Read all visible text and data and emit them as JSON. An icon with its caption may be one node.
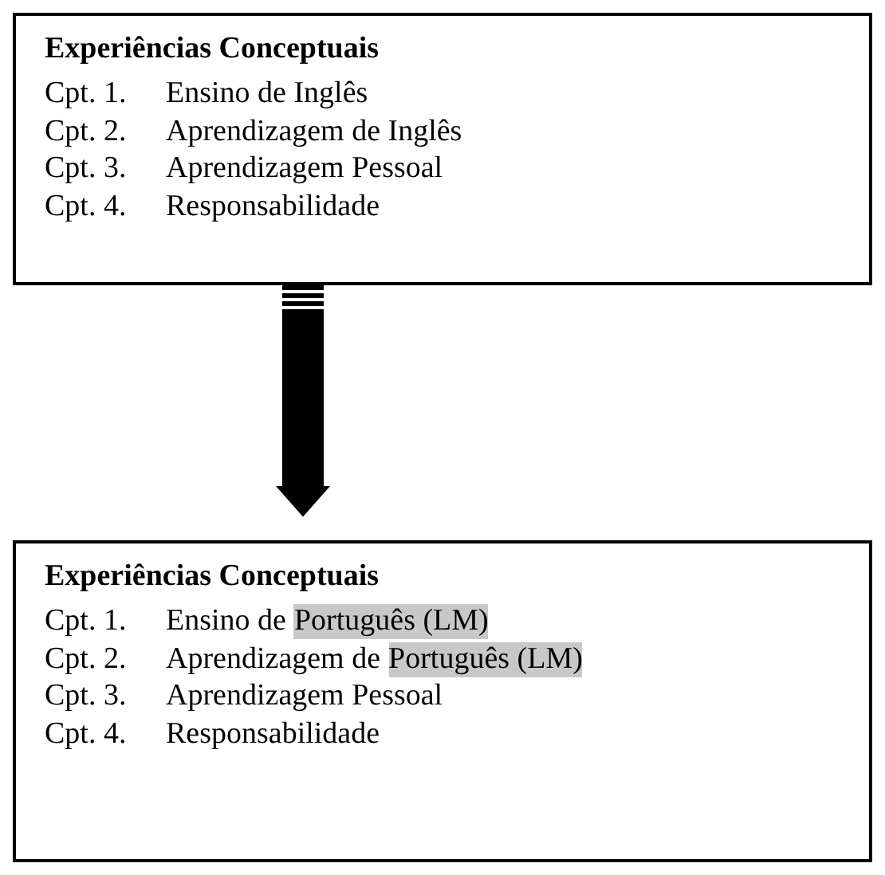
{
  "diagram": {
    "nodes": [
      {
        "text": [
          "Experiências Conceptuais",
          "Cpt. 1.",
          "Ensino de Inglês",
          "Cpt. 2.",
          "Aprendizagem de Inglês",
          "Cpt. 3.",
          "Aprendizagem Pessoal",
          "Cpt. 4.",
          "Responsabilidade"
        ]
      },
      {
        "text": [
          "Experiências Conceptuais",
          "Cpt. 1.",
          "Ensino de",
          "Português (LM)",
          "Cpt. 2.",
          "Aprendizagem de",
          "Português (LM)",
          "Cpt. 3.",
          "Aprendizagem Pessoal",
          "Cpt. 4.",
          "Responsabilidade"
        ]
      }
    ],
    "edges": [
      {
        "from": 0,
        "to": 1,
        "arrow": "to"
      }
    ]
  }
}
